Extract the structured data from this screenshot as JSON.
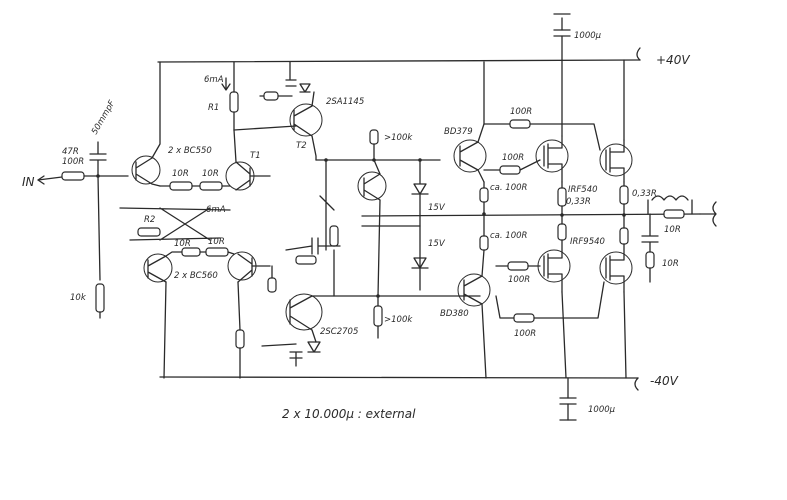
{
  "rails": {
    "pos": "+40V",
    "neg": "-40V"
  },
  "input": {
    "label": "IN"
  },
  "output_caps": {
    "top": "1000µ",
    "bottom": "1000µ"
  },
  "note": "2 x 10.000µ : external",
  "parts": {
    "c_in_label": "50mmpF",
    "r_in_top": "47R",
    "r_in_bot": "100R",
    "r_gnd": "10k",
    "q_diff_top": "2 x BC550",
    "q_diff_bot": "2 x BC560",
    "t1": "T1",
    "r1": "R1",
    "r2": "R2",
    "r10_a": "10R",
    "r10_b": "10R",
    "r10_c": "10R",
    "r10_d": "10R",
    "i6ma_top": "6mA",
    "i6ma_mid": "6mA",
    "t2_type": "2SA1145",
    "t2": "T2",
    "vas_bot": "2SC2705",
    "r100k_top": ">100k",
    "r100k_bot": ">100k",
    "bd_top": "BD379",
    "bd_bot": "BD380",
    "zener_top": "15V",
    "zener_bot": "15V",
    "ca100_top": "ca. 100R",
    "ca100_bot": "ca. 100R",
    "r100_1": "100R",
    "r100_2": "100R",
    "r100_3": "100R",
    "r100_4": "100R",
    "mos_top": "IRF540",
    "mos_bot": "IRF9540",
    "rs_a": "0,33R",
    "rs_b": "0,33R",
    "zob_r_top": "10R",
    "zob_r_bot": "10R"
  }
}
